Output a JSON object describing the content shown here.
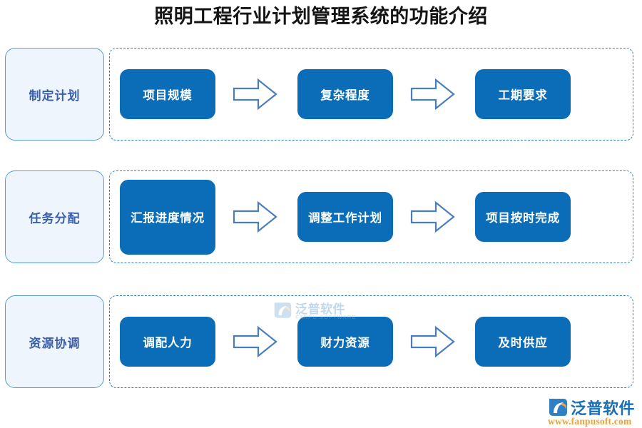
{
  "title": "照明工程行业计划管理系统的功能介绍",
  "colors": {
    "node_blue": "#0b6cb8",
    "label_fill": "#eef5fc",
    "label_border": "#5b9bd5",
    "label_text": "#3b5fab",
    "dashed_border": "#2f7fc4",
    "arrow_stroke": "#4a7ebb",
    "title_text": "#141414",
    "logo_blue": "#1a6fb5",
    "logo_orange": "#e8a33d"
  },
  "rows": [
    {
      "label": "制定计划",
      "nodes": [
        "项目规模",
        "复杂程度",
        "工期要求"
      ],
      "arrows": [
        "arrow-right-icon",
        "arrow-right-icon"
      ]
    },
    {
      "label": "任务分配",
      "nodes": [
        "汇报进度情况",
        "调整工作计划",
        "项目按时完成"
      ],
      "arrows": [
        "arrow-right-icon",
        "arrow-right-icon"
      ]
    },
    {
      "label": "资源协调",
      "nodes": [
        "调配人力",
        "财力资源",
        "及时供应"
      ],
      "arrows": [
        "arrow-right-icon",
        "arrow-right-icon"
      ]
    }
  ],
  "watermark": {
    "text": "泛普软件",
    "subtext": "FANPU SOFTWARE"
  },
  "logo": {
    "text": "泛普软件",
    "url": "www.fanpusoft.com"
  }
}
